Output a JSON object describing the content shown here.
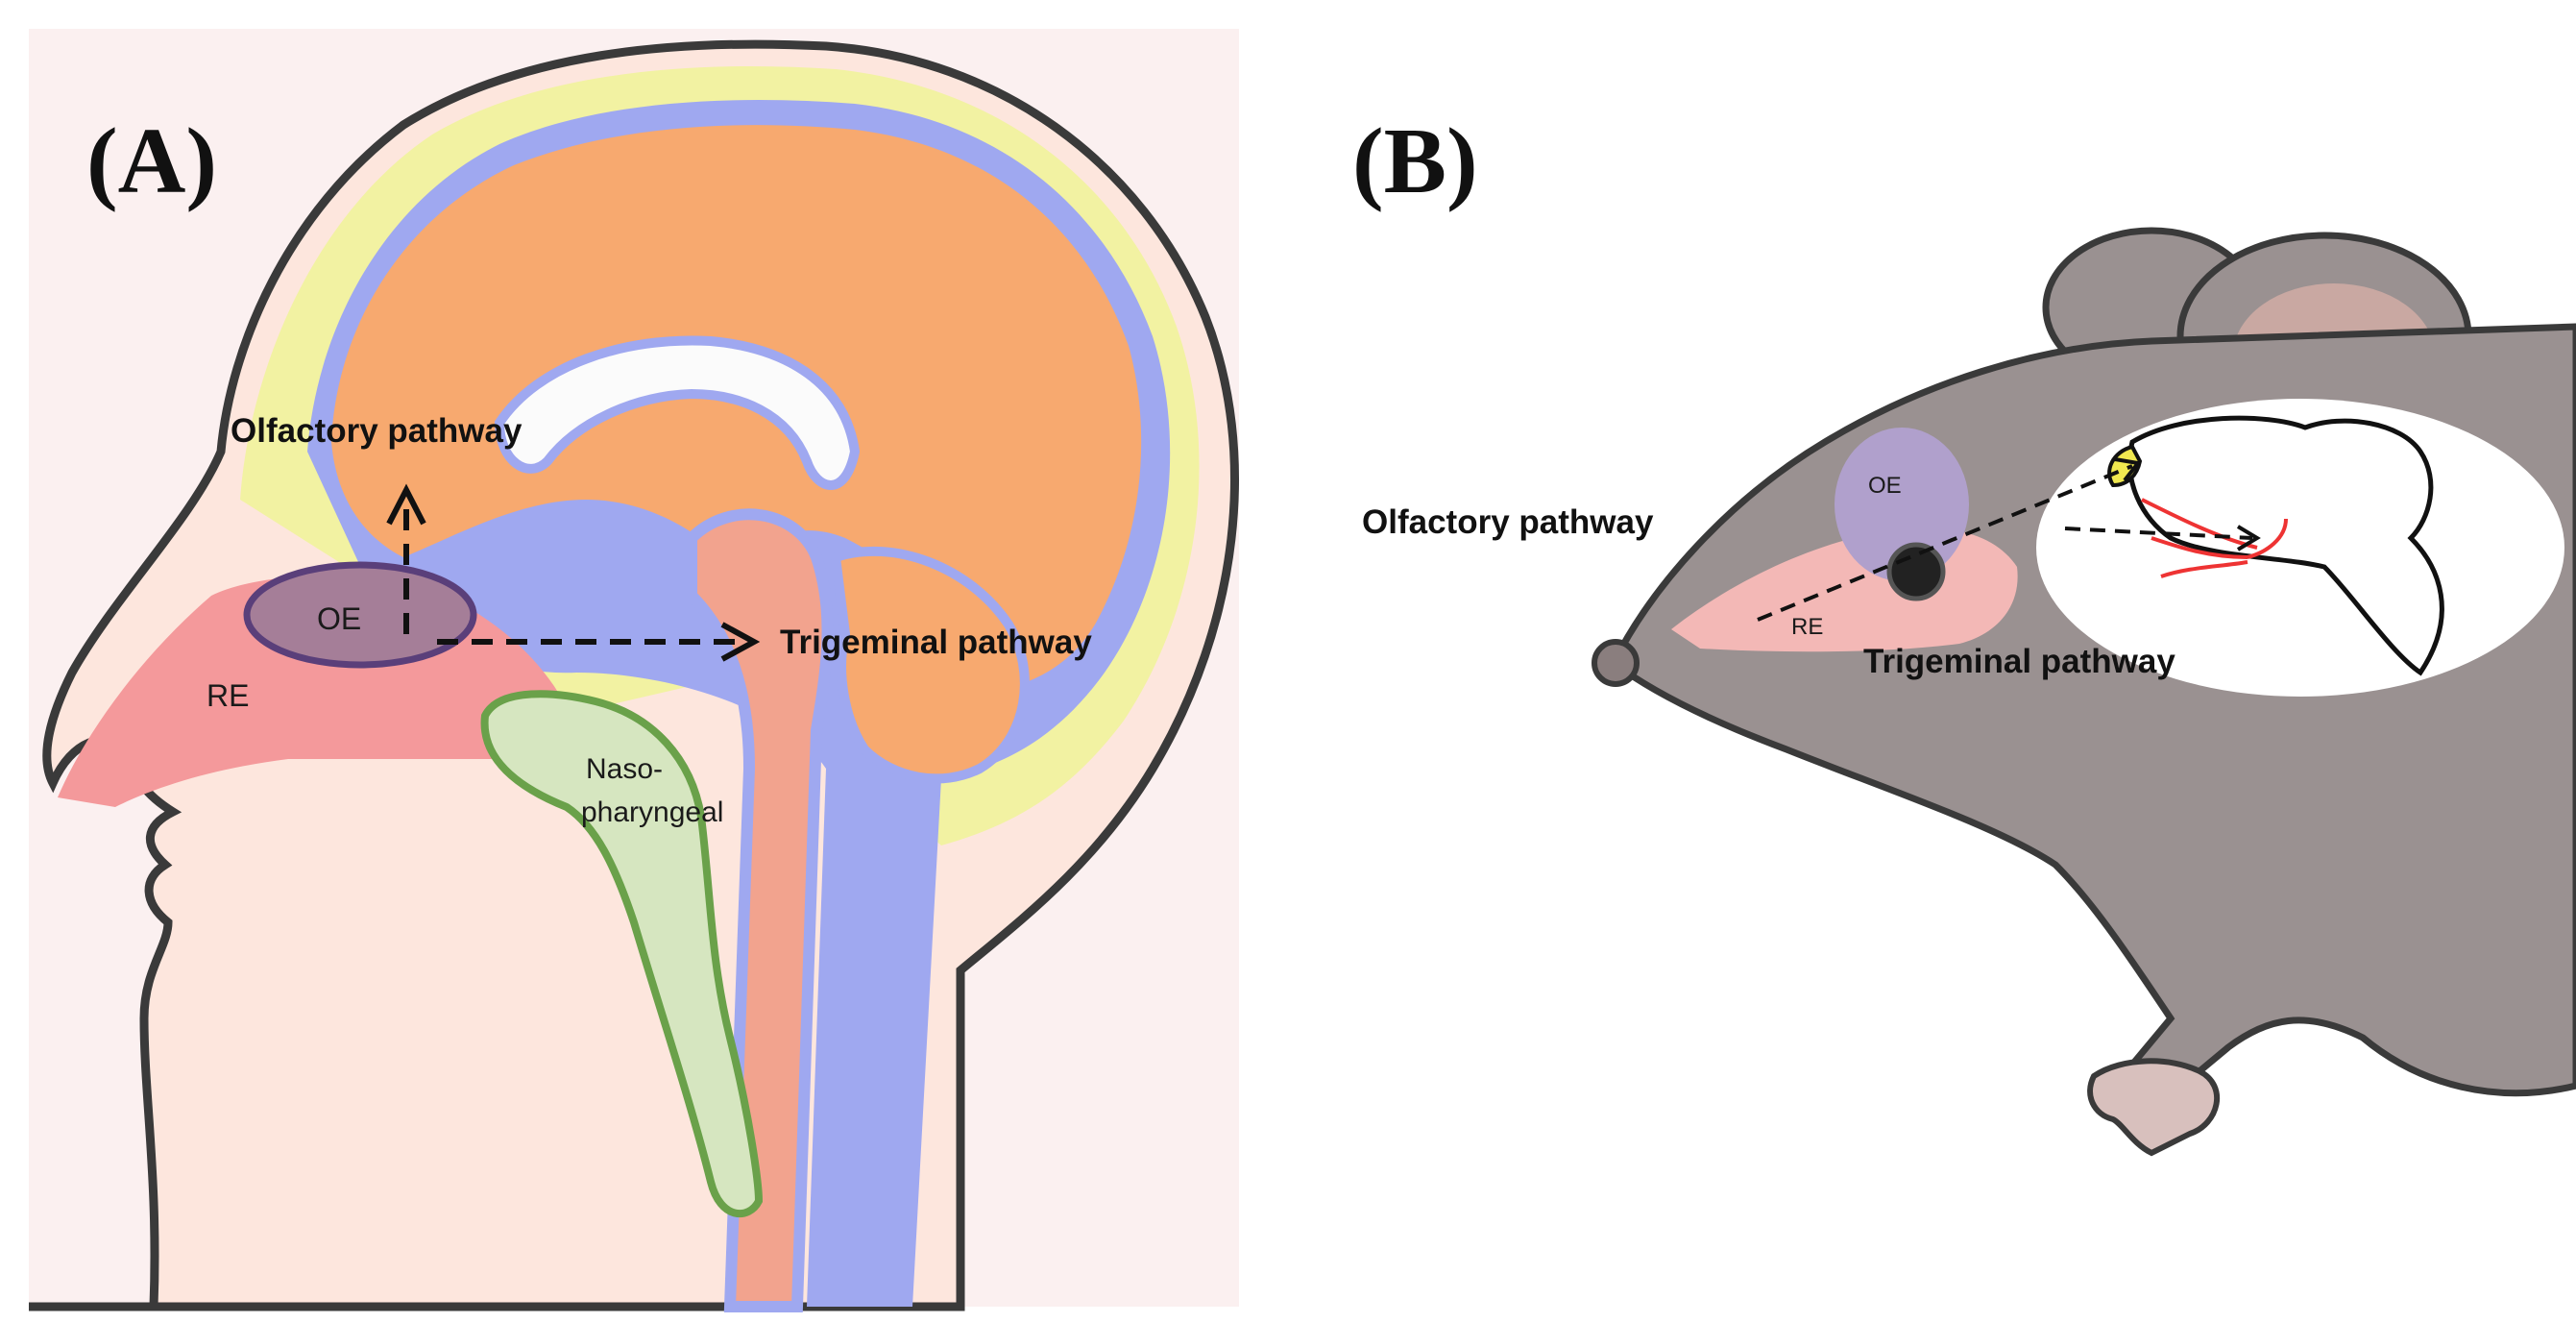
{
  "panel_a": {
    "label": "(A)",
    "olfactory_label": "Olfactory pathway",
    "trigeminal_label": "Trigeminal pathway",
    "oe_label": "OE",
    "re_label": "RE",
    "naso_label_line1": "Naso-",
    "naso_label_line2": "pharyngeal"
  },
  "panel_b": {
    "label": "(B)",
    "olfactory_label": "Olfactory pathway",
    "trigeminal_label": "Trigeminal pathway",
    "oe_label": "OE",
    "re_label": "RE"
  },
  "colors": {
    "brain": "#f7a96f",
    "csf": "#9fa8f0",
    "meninges": "#f2f2a2",
    "skin": "#fde6dd",
    "re": "#f4999b",
    "oe": "#a57e98",
    "nasopharyngeal": "#d6e6c0",
    "mouse_fur": "#9a9191",
    "nerve": "#ee3333"
  }
}
